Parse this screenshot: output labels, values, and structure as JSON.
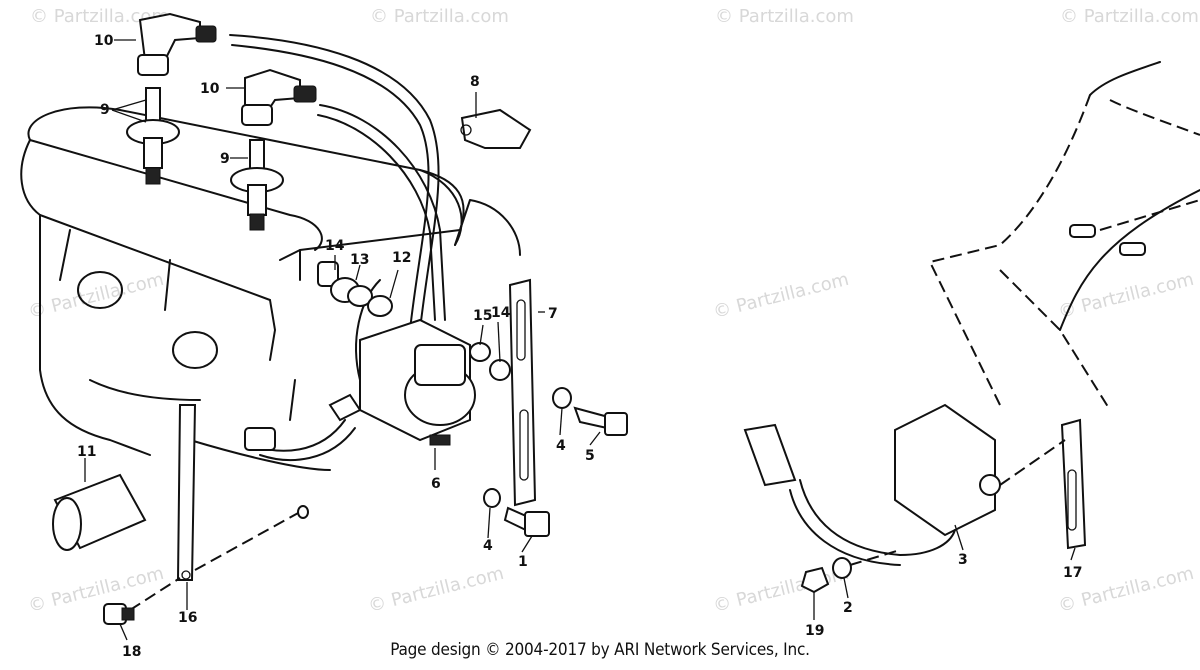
{
  "footer": {
    "copyright": "Page design © 2004-2017 by ARI Network Services, Inc."
  },
  "watermark": {
    "text": "© Partzilla.com"
  },
  "callouts": {
    "c1": "1",
    "c2": "2",
    "c3": "3",
    "c4a": "4",
    "c4b": "4",
    "c5": "5",
    "c6": "6",
    "c7": "7",
    "c8": "8",
    "c9a": "9",
    "c9b": "9",
    "c10a": "10",
    "c10b": "10",
    "c11": "11",
    "c12": "12",
    "c13": "13",
    "c14a": "14",
    "c14b": "14",
    "c15": "15",
    "c16": "16",
    "c17": "17",
    "c18": "18",
    "c19": "19"
  }
}
